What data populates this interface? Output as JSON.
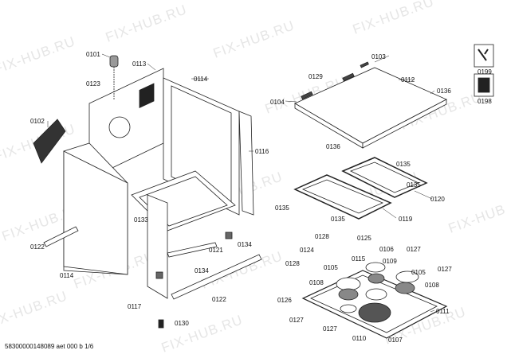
{
  "watermark": "FIX-HUB.RU",
  "footer": "58300000148089 aet 000 b 1/6",
  "labels": [
    "0101",
    "0113",
    "0123",
    "0114",
    "0102",
    "0116",
    "0133",
    "0122",
    "0114",
    "0121",
    "0134",
    "0134",
    "0117",
    "0122",
    "0130",
    "0103",
    "0129",
    "0112",
    "0104",
    "0136",
    "0136",
    "0135",
    "0135",
    "0120",
    "0135",
    "0135",
    "0119",
    "0128",
    "0125",
    "0124",
    "0106",
    "0127",
    "0128",
    "0115",
    "0109",
    "0105",
    "0105",
    "0127",
    "0108",
    "0108",
    "0126",
    "0111",
    "0127",
    "0127",
    "0110",
    "0107",
    "0199",
    "0198"
  ]
}
